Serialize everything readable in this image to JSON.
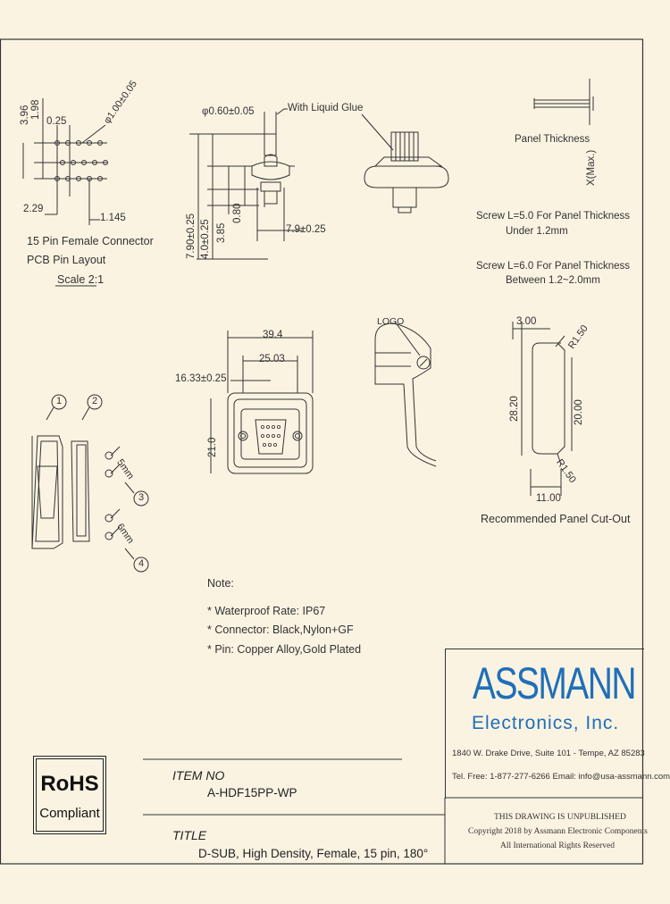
{
  "pcb_layout": {
    "dims": {
      "d396": "3.96",
      "d198": "1.98",
      "d025": "0.25",
      "hole": "φ1.00±0.05",
      "d229": "2.29",
      "d1145": "1.145"
    },
    "caption1": "15 Pin Female Connector",
    "caption2": "PCB Pin Layout",
    "scale": "Scale 2:1"
  },
  "side_view": {
    "pin_dia": "φ0.60±0.05",
    "glue_note": "With Liquid Glue",
    "d790": "7.90±0.25",
    "d40": "4.0±0.25",
    "d385": "3.85",
    "d080": "0.80",
    "d79": "7.9±0.25"
  },
  "panel": {
    "thickness_label": "Panel Thickness",
    "x_max": "X(Max.)",
    "screw5_line1": "Screw L=5.0 For Panel Thickness",
    "screw5_line2": "Under 1.2mm",
    "screw6_line1": "Screw L=6.0 For Panel Thickness",
    "screw6_line2": "Between 1.2~2.0mm"
  },
  "front_view": {
    "d394": "39.4",
    "d2503": "25.03",
    "d1633": "16.33±0.25",
    "d210": "21.0"
  },
  "logo_view": {
    "logo": "LOGO"
  },
  "cutout": {
    "d300": "3.00",
    "r150_top": "R1.50",
    "d2820": "28.20",
    "d2000": "20.00",
    "r150_bot": "R1.50",
    "d1100": "11.00",
    "caption": "Recommended Panel Cut-Out"
  },
  "exploded": {
    "callouts": [
      "1",
      "2",
      "3",
      "4"
    ],
    "screw5": "5mm",
    "screw6": "6mm"
  },
  "notes": {
    "heading": "Note:",
    "items": [
      "* Waterproof Rate: IP67",
      "* Connector: Black,Nylon+GF",
      "* Pin: Copper Alloy,Gold Plated"
    ]
  },
  "company": {
    "brand": "ASSMANN",
    "sub": "Electronics, Inc.",
    "address": "1840 W. Drake Drive, Suite 101 - Tempe, AZ 85283",
    "contact": "Tel. Free: 1-877-277-6266   Email: info@usa-assmann.com"
  },
  "rohs": {
    "title": "RoHS",
    "sub": "Compliant"
  },
  "title_block": {
    "item_label": "ITEM NO",
    "item_value": "A-HDF15PP-WP",
    "title_label": "TITLE",
    "title_value": "D-SUB, High Density, Female, 15 pin, 180°"
  },
  "copyright": {
    "line1": "THIS DRAWING IS UNPUBLISHED",
    "line2": "Copyright 2018 by Assmann Electronic Components",
    "line3": "All International Rights Reserved"
  },
  "colors": {
    "paper": "#fbf3e2",
    "ink": "#333333",
    "brand_blue": "#1f6fb8"
  }
}
